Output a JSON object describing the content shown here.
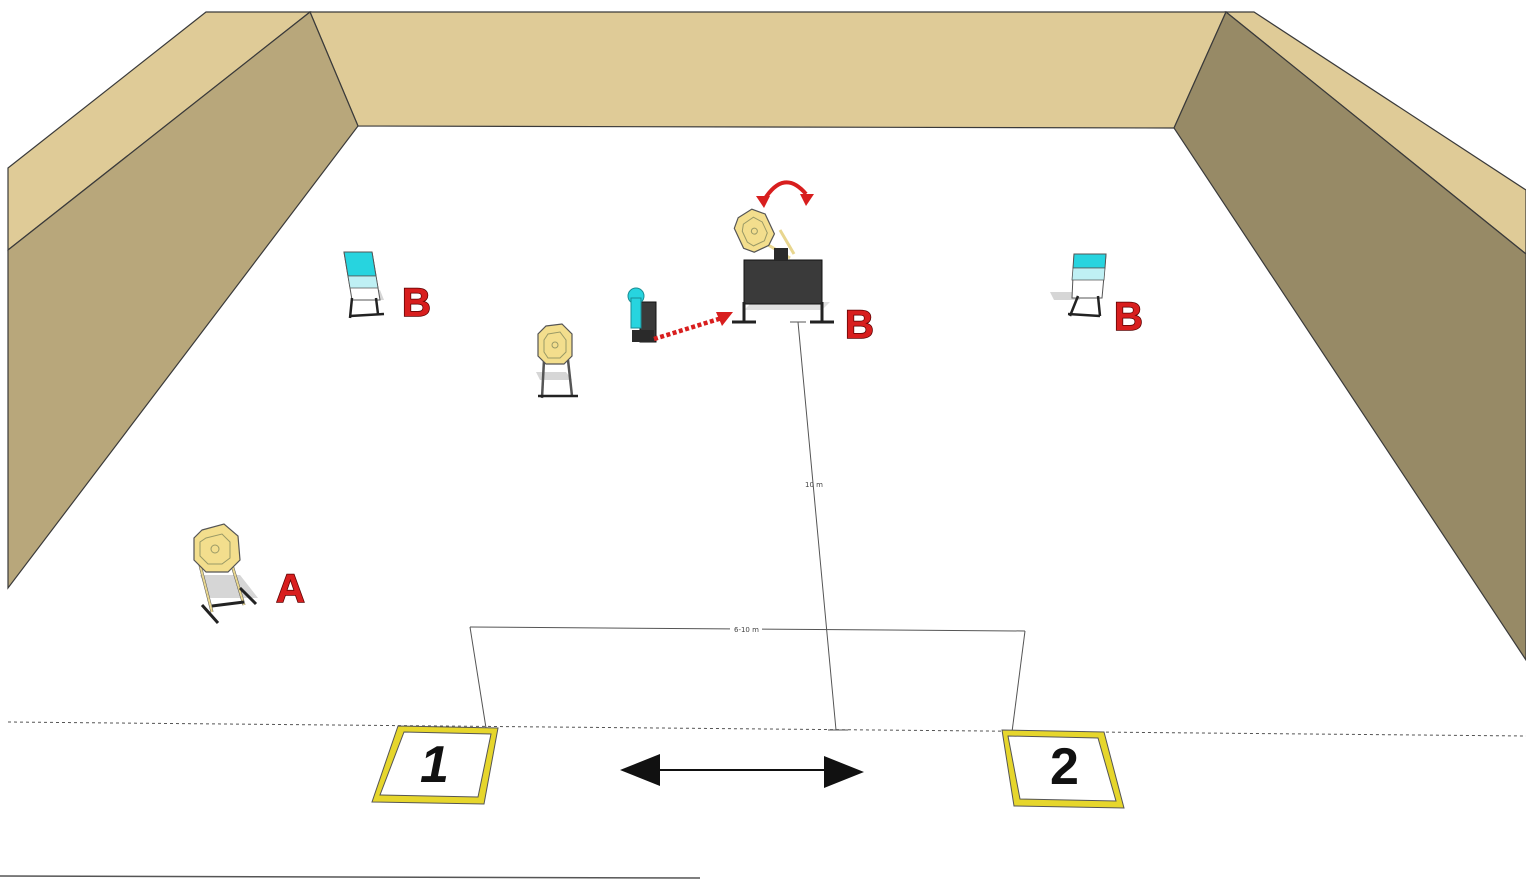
{
  "diagram": {
    "labels": {
      "target_a": "A",
      "target_b_left": "B",
      "target_b_center": "B",
      "target_b_right": "B"
    },
    "shooting_boxes": {
      "box_1": "1",
      "box_2": "2"
    },
    "dimensions": {
      "depth": "10 m",
      "width": "6-10 m"
    },
    "colors": {
      "wall_top": "#dfcb97",
      "wall_left": "#b8a77b",
      "wall_right": "#978a66",
      "target_yellow": "#f3de8d",
      "target_cyan": "#27d4df",
      "arrow_red": "#d81e1e",
      "box_outline": "#e6d62c",
      "mover_dark": "#3a3a3a"
    },
    "icons": {
      "rotation_arrow": "curved-arrow-icon",
      "movement_arrow": "double-arrow-icon",
      "activation_path": "dotted-arrow-icon"
    }
  }
}
